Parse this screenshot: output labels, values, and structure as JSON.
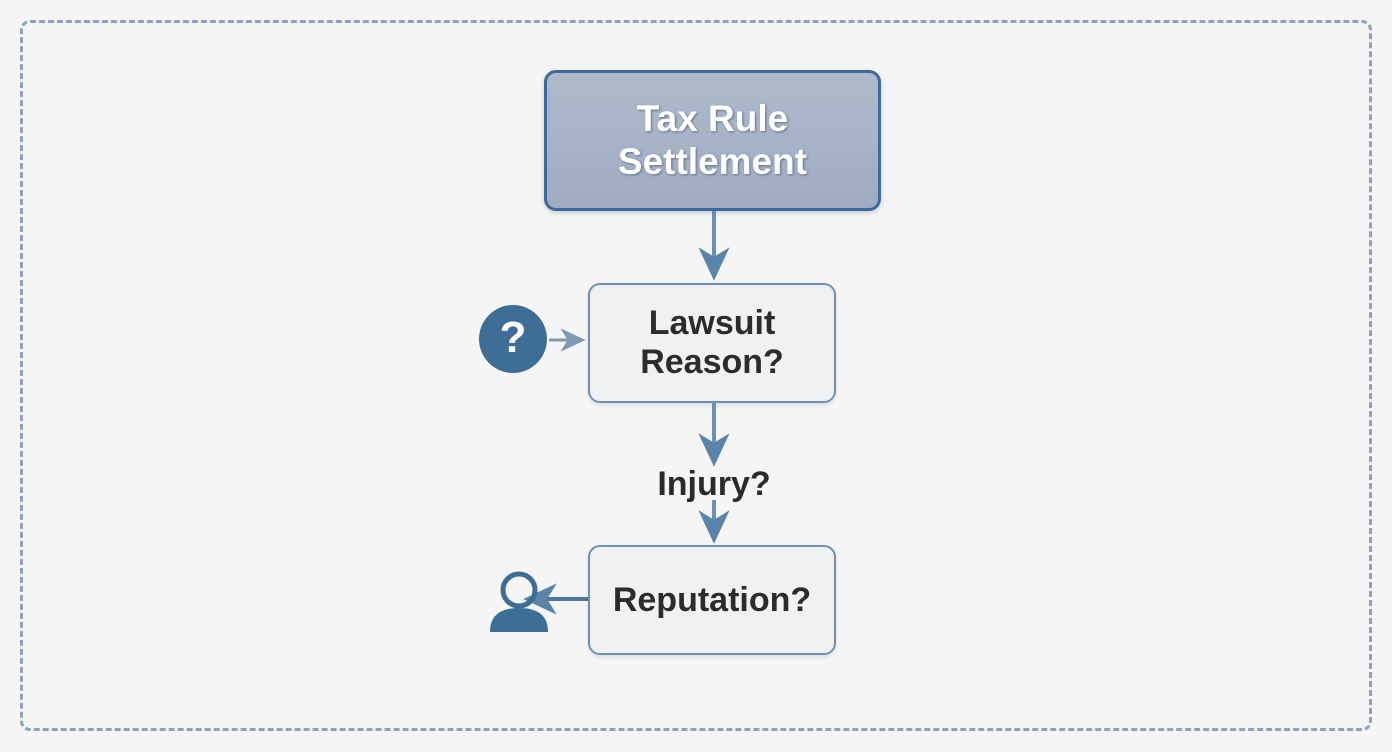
{
  "diagram": {
    "type": "flowchart",
    "title_node": "Tax Rule\nSettlement",
    "background_color": "#f5f5f5",
    "frame": {
      "style": "dashed",
      "color": "#8ea2c0"
    },
    "colors": {
      "primary_fill": "#a8b4c8",
      "primary_border": "#3b6a9b",
      "plain_fill": "#f0f1f3",
      "plain_border": "#6d91b4",
      "icon_blue": "#3e6d96",
      "connector_blue": "#6d91b4",
      "text_dark": "#2b2b2b",
      "text_light": "#ffffff"
    },
    "nodes": [
      {
        "id": "tax-rule-settlement",
        "label": "Tax Rule\nSettlement",
        "style": "primary"
      },
      {
        "id": "lawsuit-reason",
        "label": "Lawsuit\nReason?",
        "style": "plain"
      },
      {
        "id": "reputation",
        "label": "Reputation?",
        "style": "plain"
      }
    ],
    "labels": [
      {
        "id": "injury",
        "text": "Injury?"
      }
    ],
    "icons": [
      {
        "id": "question-mark",
        "glyph": "?",
        "name": "question-mark-icon"
      },
      {
        "id": "person",
        "name": "person-icon"
      }
    ],
    "edges": [
      {
        "from": "tax-rule-settlement",
        "to": "lawsuit-reason",
        "direction": "down"
      },
      {
        "from": "question-mark-icon",
        "to": "lawsuit-reason",
        "direction": "right"
      },
      {
        "from": "lawsuit-reason",
        "to": "injury",
        "direction": "down"
      },
      {
        "from": "injury",
        "to": "reputation",
        "direction": "down"
      },
      {
        "from": "reputation",
        "to": "person-icon",
        "direction": "left"
      }
    ]
  }
}
